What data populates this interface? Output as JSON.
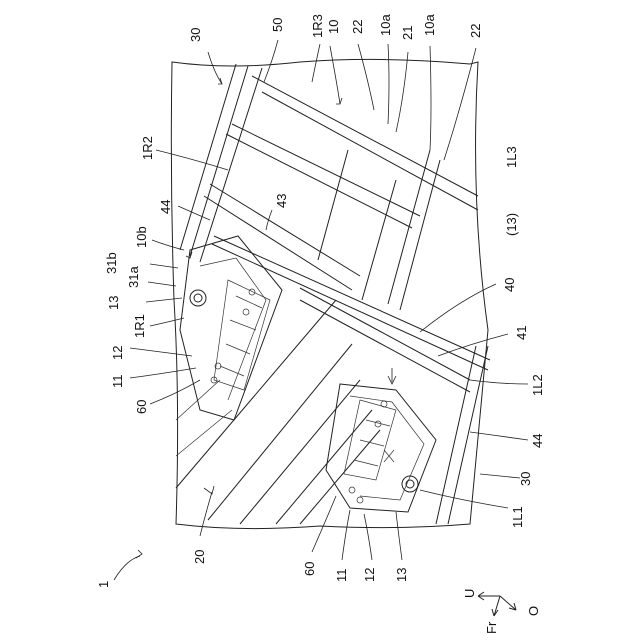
{
  "figure": {
    "overall_ref": "1",
    "labels": {
      "l30_top": "30",
      "l50": "50",
      "l1R3": "1R3",
      "l10_top": "10",
      "l22_a": "22",
      "l10a_a": "10a",
      "l21": "21",
      "l10a_b": "10a",
      "l22_b": "22",
      "l1R2": "1R2",
      "l1L3": "1L3",
      "l13_paren": "(13)",
      "l44_left": "44",
      "l43": "43",
      "l10b": "10b",
      "l31b": "31b",
      "l31a": "31a",
      "l13_left": "13",
      "l1R1": "1R1",
      "l12_left": "12",
      "l11_left": "11",
      "l60_left": "60",
      "l40": "40",
      "l41": "41",
      "l1L2": "1L2",
      "l44_right": "44",
      "l30_right": "30",
      "l1L1": "1L1",
      "l20": "20",
      "l60_bottom": "60",
      "l11_bottom": "11",
      "l12_bottom": "12",
      "l13_bottom": "13"
    },
    "axes": {
      "up": "U",
      "outer": "O",
      "front": "Fr"
    }
  }
}
